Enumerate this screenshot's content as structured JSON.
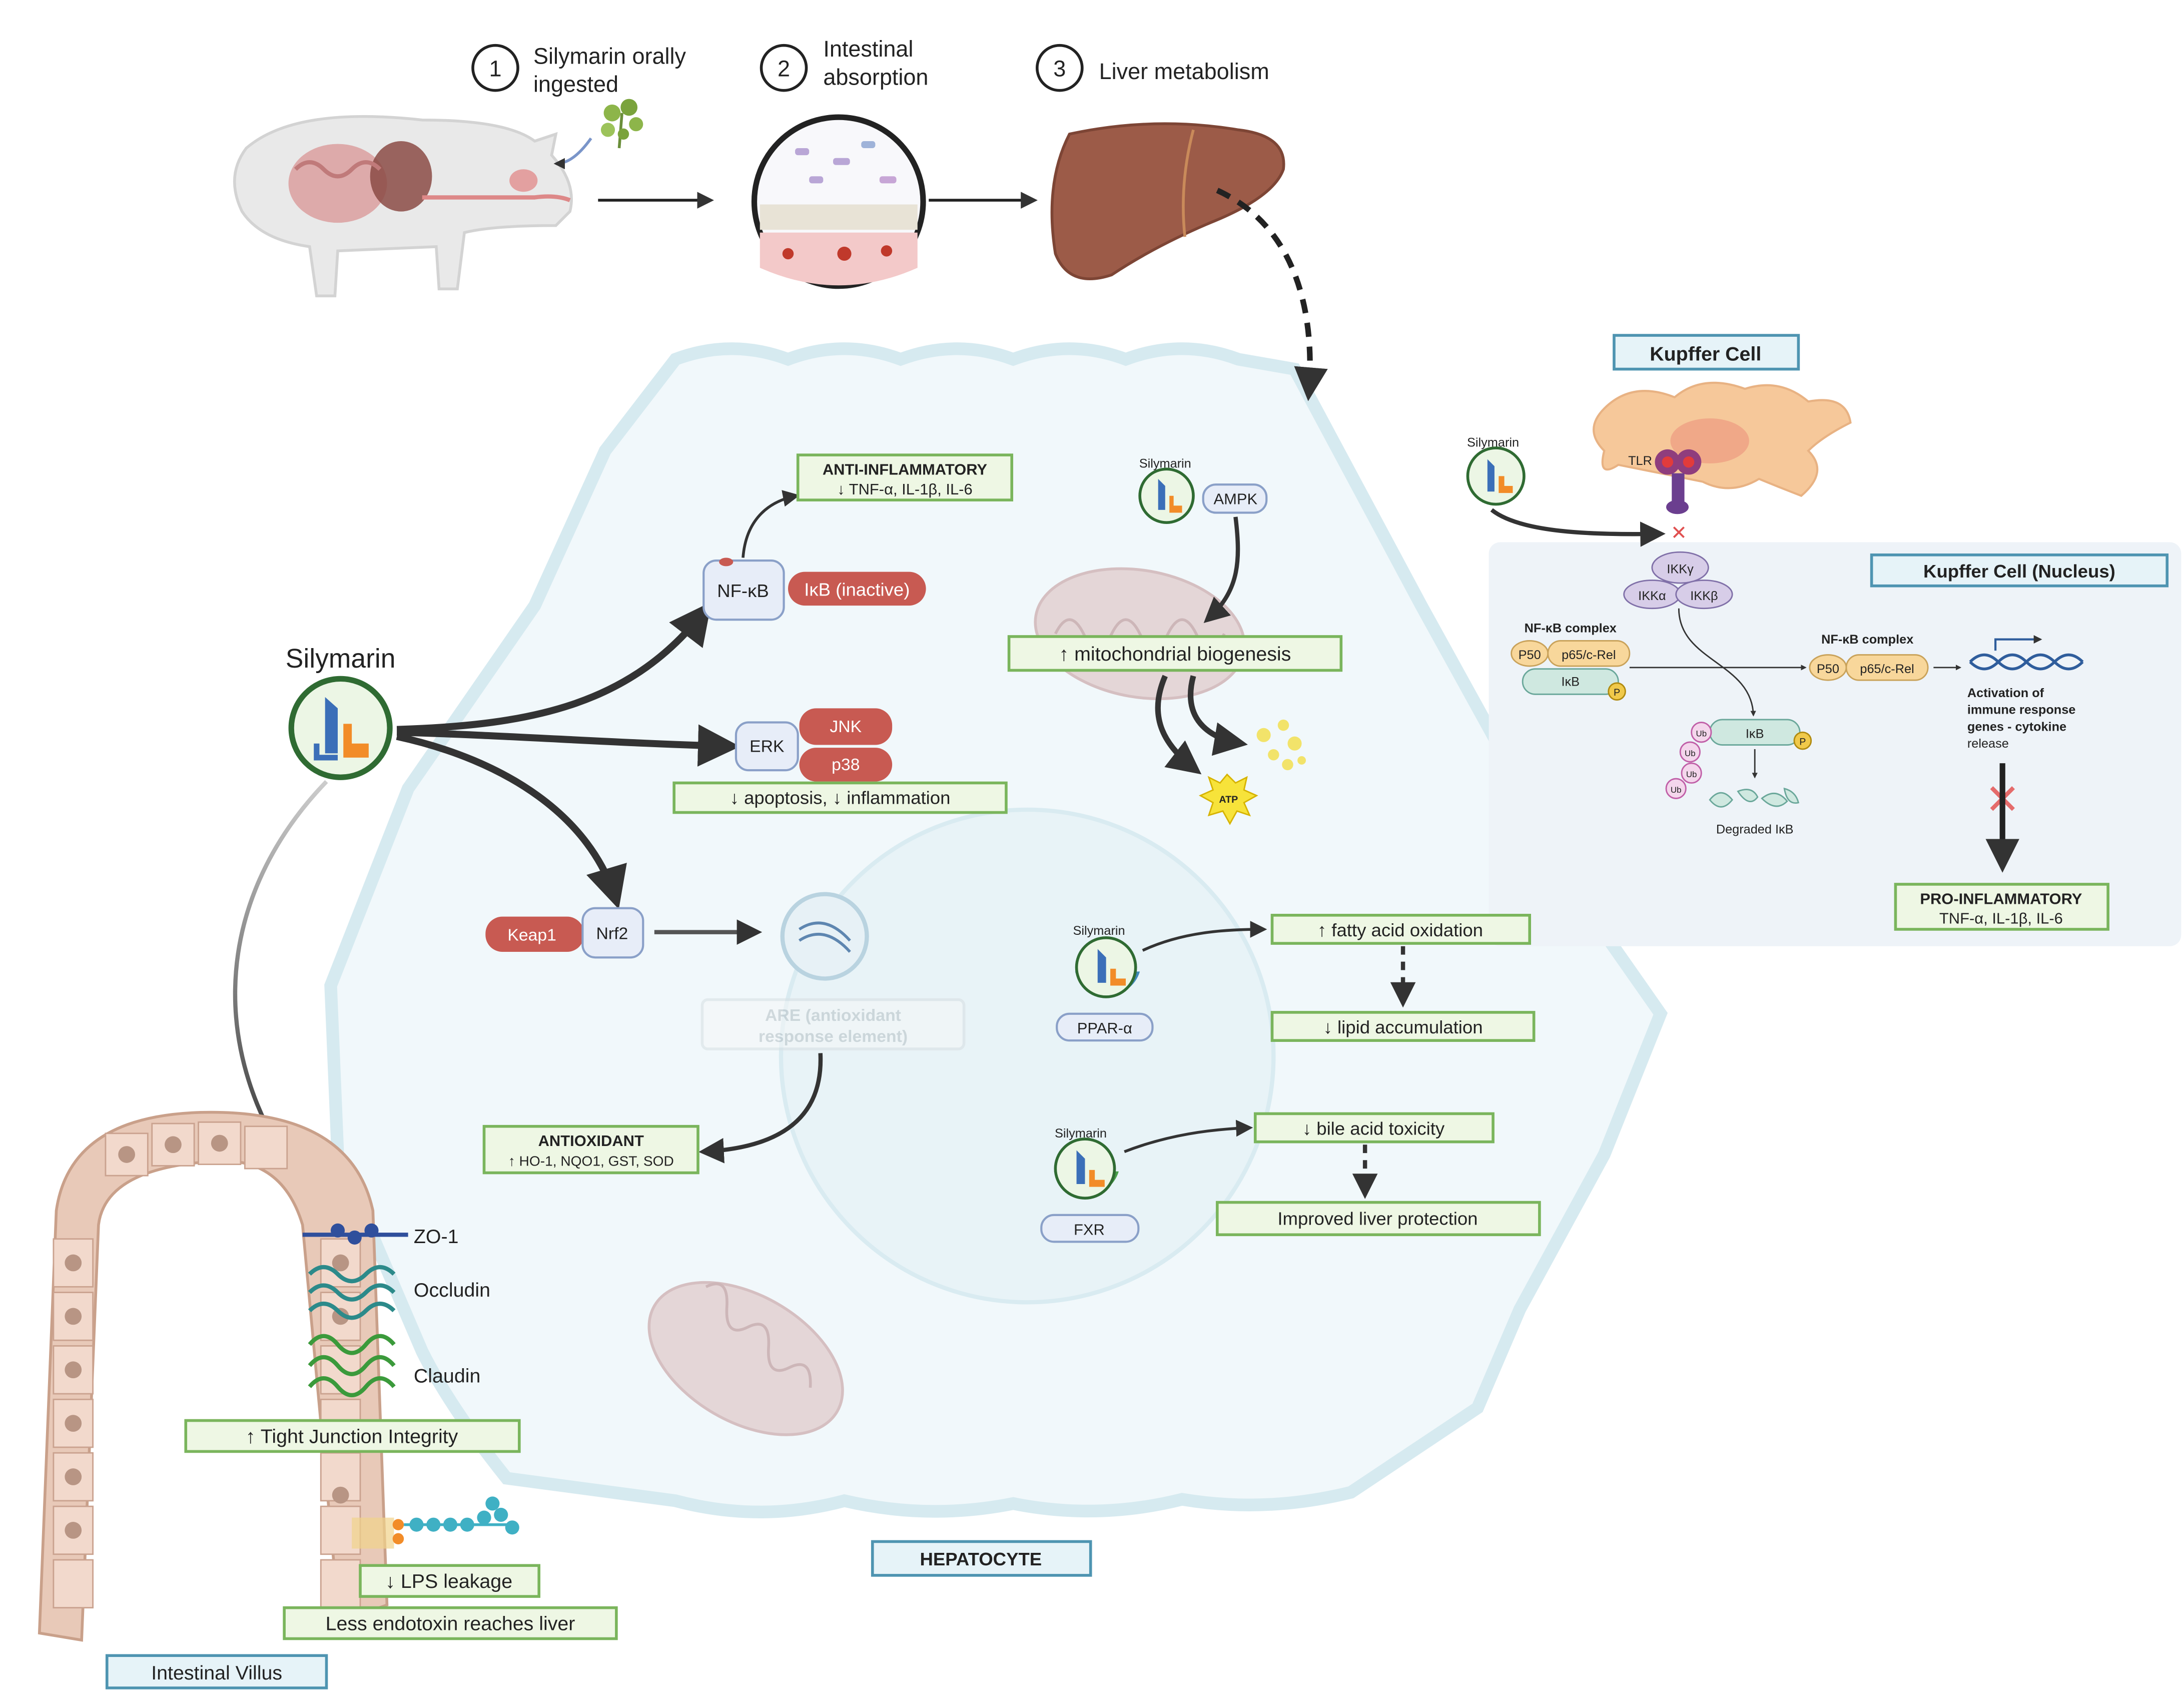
{
  "steps": [
    {
      "num": "1",
      "line1": "Silymarin orally",
      "line2": "ingested"
    },
    {
      "num": "2",
      "line1": "Intestinal",
      "line2": "absorption"
    },
    {
      "num": "3",
      "line1": "Liver metabolism",
      "line2": ""
    }
  ],
  "hepatocyte": {
    "label": "HEPATOCYTE",
    "silymarin_label": "Silymarin",
    "nfkb": {
      "label": "NF-κB",
      "ikb": "IκB (inactive)"
    },
    "anti_inflammatory": {
      "title": "ANTI-INFLAMMATORY",
      "sub": "↓ TNF-α, IL-1β, IL-6"
    },
    "mapk": {
      "erk": "ERK",
      "jnk": "JNK",
      "p38": "p38",
      "effect": "↓ apoptosis, ↓ inflammation"
    },
    "nrf2": {
      "keap1": "Keap1",
      "nrf2": "Nrf2",
      "are_line1": "ARE (antioxidant",
      "are_line2": "response element)"
    },
    "antioxidant": {
      "title": "ANTIOXIDANT",
      "sub": "↑ HO-1, NQO1, GST, SOD"
    },
    "ampk": {
      "silymarin": "Silymarin",
      "label": "AMPK",
      "effect": "↑ mitochondrial biogenesis",
      "atp": "ATP"
    },
    "ppar": {
      "silymarin": "Silymarin",
      "label": "PPAR-α",
      "effect1": "↑ fatty acid oxidation",
      "effect2": "↓ lipid accumulation"
    },
    "fxr": {
      "silymarin": "Silymarin",
      "label": "FXR",
      "effect1": "↓ bile acid toxicity",
      "effect2": "Improved liver protection"
    }
  },
  "kupffer": {
    "cell_label": "Kupffer Cell",
    "nucleus_label": "Kupffer Cell (Nucleus)",
    "silymarin": "Silymarin",
    "tlr": "TLR",
    "ikk_gamma": "IKKγ",
    "ikk_alpha": "IKKα",
    "ikk_beta": "IKKβ",
    "complex1_title": "NF-κB complex",
    "complex2_title": "NF-κB complex",
    "p50": "P50",
    "p65": "p65/c-Rel",
    "ikb": "IκB",
    "phospho": "P",
    "ub": "Ub",
    "degraded": "Degraded IκB",
    "activation_line1": "Activation of",
    "activation_line2": "immune response",
    "activation_line3": "genes - cytokine",
    "activation_line4": "release",
    "pro_title": "PRO-INFLAMMATORY",
    "pro_sub": "TNF-α, IL-1β, IL-6"
  },
  "intestine": {
    "label": "Intestinal Villus",
    "zo1": "ZO-1",
    "occludin": "Occludin",
    "claudin": "Claudin",
    "tight": "↑ Tight Junction Integrity",
    "lps": "↓ LPS leakage",
    "endotoxin": "Less endotoxin reaches liver"
  },
  "colors": {
    "green_box_bg": "#eef7e4",
    "green_box_border": "#7ab55c",
    "blue_label_bg": "#e6f3f8",
    "blue_label_border": "#4e94b1",
    "red_protein": "#c85a52",
    "blue_protein": "#e7edf8",
    "liver": "#9c5b48",
    "hepatocyte_fill": "#f1f8fb",
    "hepatocyte_stroke": "#d6eaf0",
    "kupffer_cell": "#f6c89a",
    "nucleus_bg": "#eef3f8"
  }
}
